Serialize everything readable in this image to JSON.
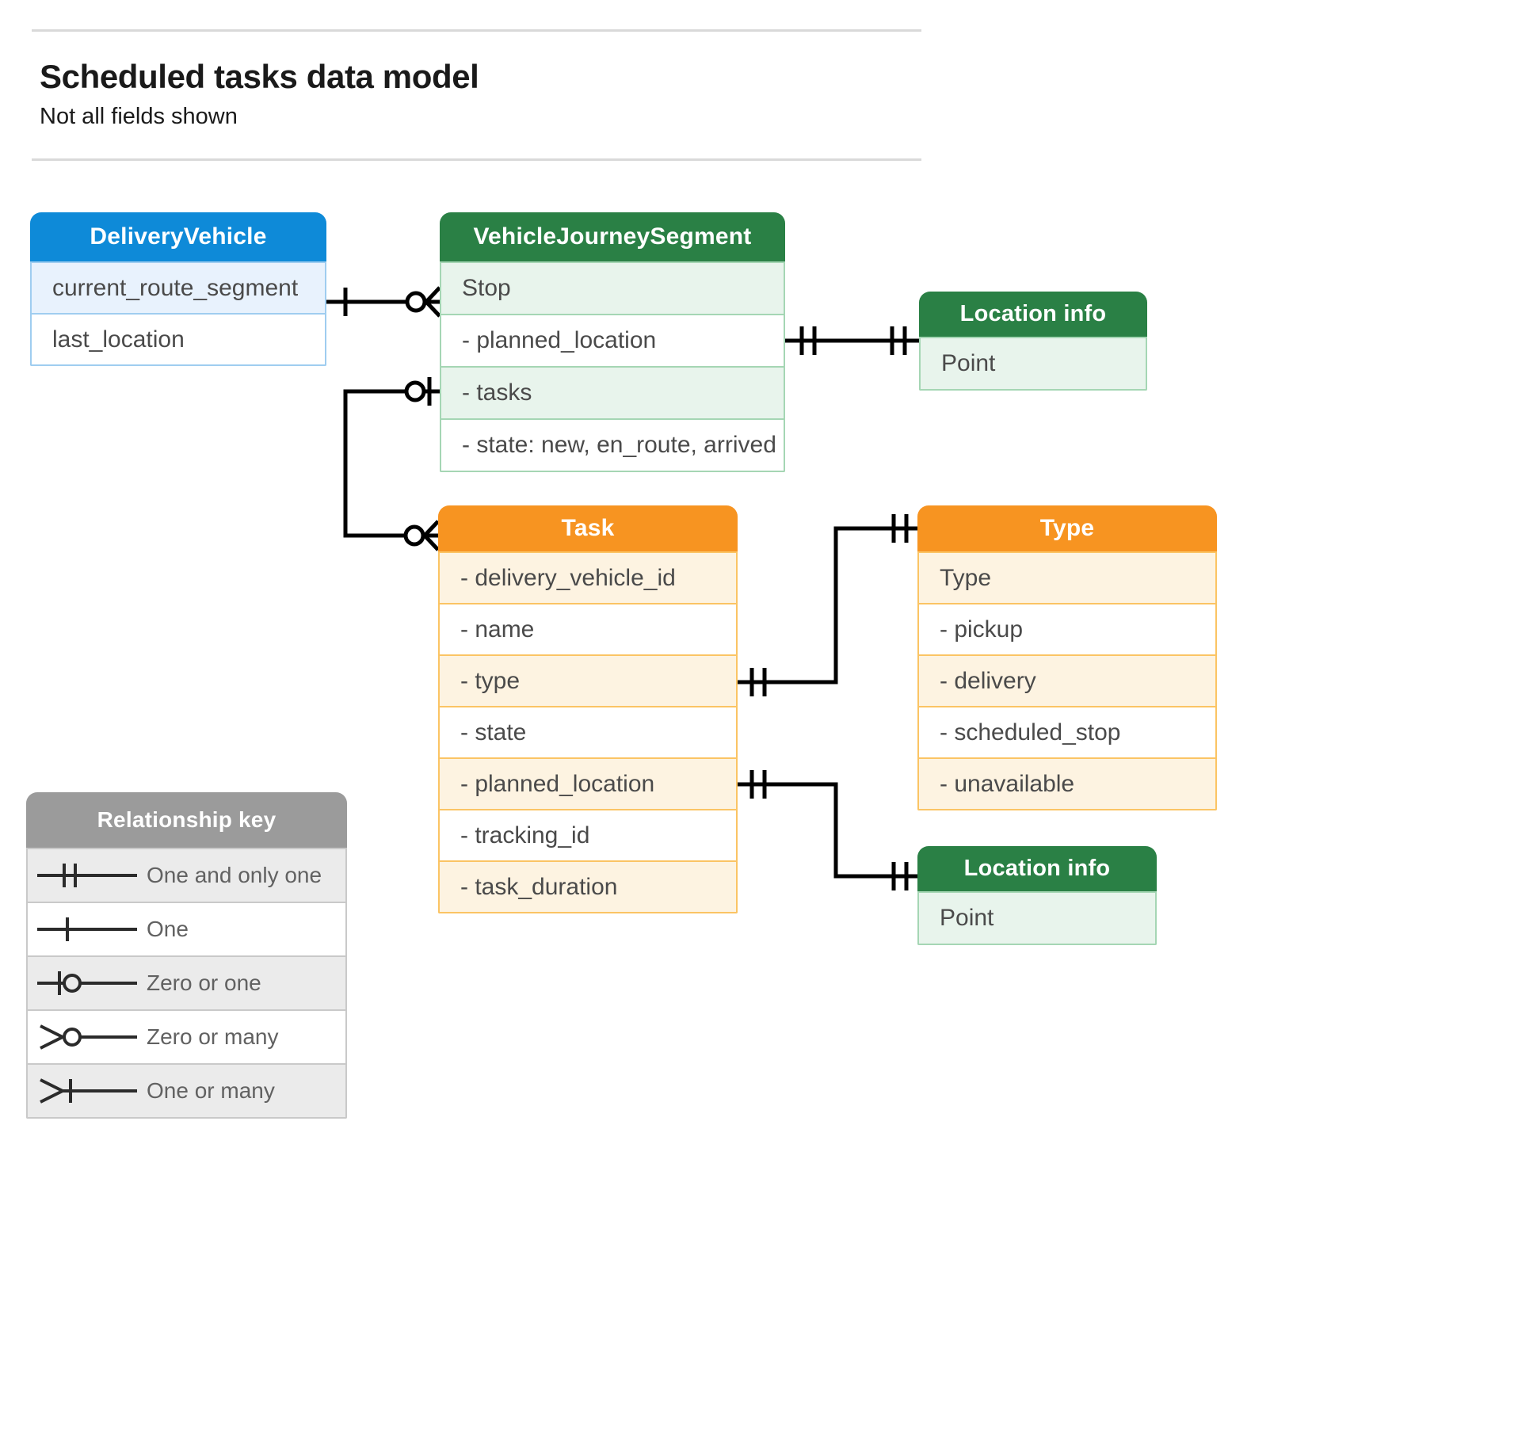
{
  "header": {
    "title": "Scheduled tasks data model",
    "subtitle": "Not all fields shown"
  },
  "entities": [
    {
      "id": "delivery-vehicle",
      "name": "DeliveryVehicle",
      "color": "#0e8ad8",
      "rows": [
        {
          "text": "current_route_segment",
          "shaded": true
        },
        {
          "text": "last_location",
          "shaded": false
        }
      ]
    },
    {
      "id": "vehicle-journey-segment",
      "name": "VehicleJourneySegment",
      "color": "#2a8045",
      "rows": [
        {
          "text": "Stop",
          "shaded": true
        },
        {
          "text": "-  planned_location",
          "shaded": false
        },
        {
          "text": "- tasks",
          "shaded": true
        },
        {
          "text": "- state: new, en_route, arrived",
          "shaded": false
        }
      ]
    },
    {
      "id": "location-info-1",
      "name": "Location info",
      "color": "#2a8045",
      "rows": [
        {
          "text": "Point",
          "shaded": true
        }
      ]
    },
    {
      "id": "task",
      "name": "Task",
      "color": "#f79421",
      "rows": [
        {
          "text": "- delivery_vehicle_id",
          "shaded": true
        },
        {
          "text": "- name",
          "shaded": false
        },
        {
          "text": "- type",
          "shaded": true
        },
        {
          "text": "- state",
          "shaded": false
        },
        {
          "text": "- planned_location",
          "shaded": true
        },
        {
          "text": "- tracking_id",
          "shaded": false
        },
        {
          "text": "- task_duration",
          "shaded": true
        }
      ]
    },
    {
      "id": "type",
      "name": "Type",
      "color": "#f79421",
      "rows": [
        {
          "text": "Type",
          "shaded": true
        },
        {
          "text": "-   pickup",
          "shaded": false
        },
        {
          "text": "-   delivery",
          "shaded": true
        },
        {
          "text": "-   scheduled_stop",
          "shaded": false
        },
        {
          "text": "-   unavailable",
          "shaded": true
        }
      ]
    },
    {
      "id": "location-info-2",
      "name": "Location info",
      "color": "#2a8045",
      "rows": [
        {
          "text": "Point",
          "shaded": true
        }
      ]
    }
  ],
  "legend": {
    "title": "Relationship key",
    "items": [
      {
        "symbol": "one-and-only-one",
        "label": "One and only one",
        "shaded": true
      },
      {
        "symbol": "one",
        "label": "One",
        "shaded": false
      },
      {
        "symbol": "zero-or-one",
        "label": "Zero or one",
        "shaded": true
      },
      {
        "symbol": "zero-or-many",
        "label": "Zero or many",
        "shaded": false
      },
      {
        "symbol": "one-or-many",
        "label": "One or many",
        "shaded": true
      }
    ]
  },
  "relationships": [
    {
      "id": "rel-dv-vjs",
      "from": "DeliveryVehicle",
      "to": "VehicleJourneySegment",
      "from_marker": "one",
      "to_marker": "zero-or-many"
    },
    {
      "id": "rel-vjs-location",
      "from": "VehicleJourneySegment.planned_location",
      "to": "Location info",
      "from_marker": "one-and-only-one",
      "to_marker": "one-and-only-one"
    },
    {
      "id": "rel-vjs-task",
      "from": "VehicleJourneySegment.tasks",
      "to": "Task",
      "from_marker": "zero-or-one",
      "to_marker": "zero-or-many"
    },
    {
      "id": "rel-task-type",
      "from": "Task.type",
      "to": "Type",
      "from_marker": "one-and-only-one",
      "to_marker": "one-and-only-one"
    },
    {
      "id": "rel-task-location",
      "from": "Task.planned_location",
      "to": "Location info",
      "from_marker": "one-and-only-one",
      "to_marker": "one-and-only-one"
    }
  ],
  "colors": {
    "blue": "#0e8ad8",
    "green": "#2a8045",
    "orange": "#f79421",
    "gray": "#9b9b9b",
    "line": "#000000"
  }
}
